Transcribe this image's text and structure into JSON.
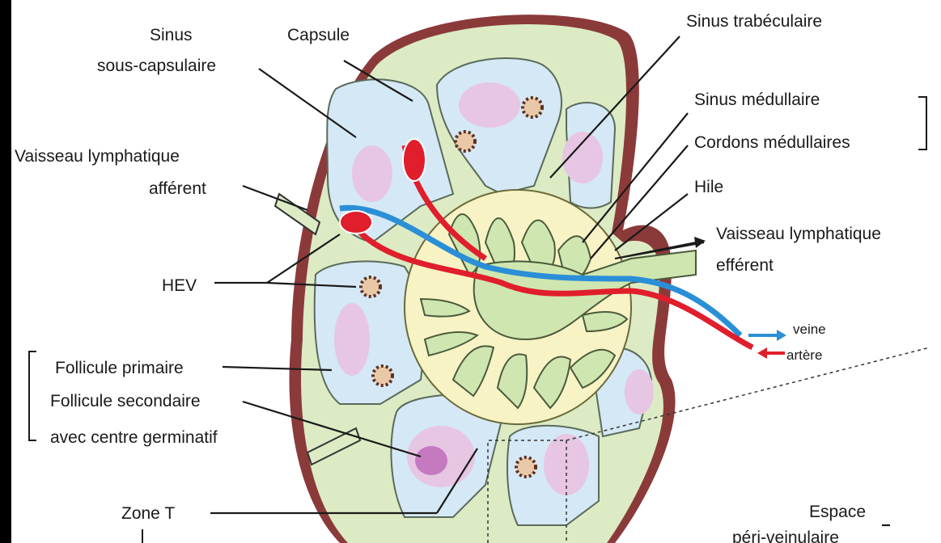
{
  "labels": {
    "sinus_line1": "Sinus",
    "sinus_line2": "sous-capsulaire",
    "capsule": "Capsule",
    "sinus_trabeculaire": "Sinus trabéculaire",
    "sinus_medullaire": "Sinus médullaire",
    "cordons_medullaires": "Cordons médullaires",
    "hile": "Hile",
    "vaisseau_afferent_line1": "Vaisseau lymphatique",
    "vaisseau_afferent_line2": "afférent",
    "vaisseau_efferent_line1": "Vaisseau lymphatique",
    "vaisseau_efferent_line2": "efférent",
    "hev": "HEV",
    "veine": "veine",
    "artere": "artère",
    "follicule_primaire": "Follicule primaire",
    "follicule_secondaire_line1": "Follicule secondaire",
    "follicule_secondaire_line2": "avec centre germinatif",
    "zone_t": "Zone T",
    "espace_line1": "Espace",
    "espace_line2": "péri-veinulaire"
  },
  "colors": {
    "capsule": "#8b3a3a",
    "cortex": "#dcebc4",
    "sinus": "#d5e8f5",
    "medulla": "#f7f3c5",
    "follicle": "#e7c6e3",
    "germinal_center": "#c57ac0",
    "artery": "#e01e2c",
    "vein": "#2a8fd6",
    "frame": "#000000"
  }
}
